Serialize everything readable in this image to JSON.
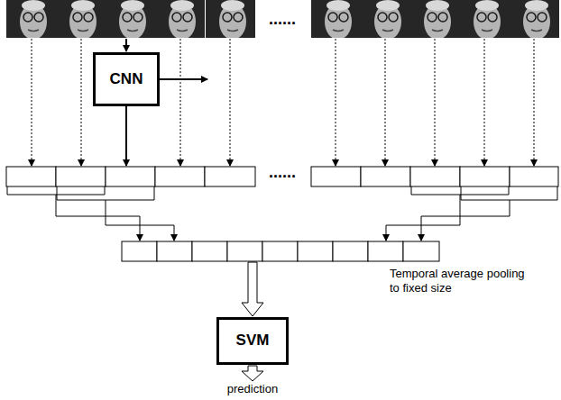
{
  "diagram": {
    "nodes": [
      {
        "text": [
          "CNN"
        ]
      },
      {
        "text": [
          "SVM"
        ]
      }
    ],
    "labels": [
      "......",
      "......",
      "Temporal average pooling to fixed size",
      "prediction"
    ]
  }
}
